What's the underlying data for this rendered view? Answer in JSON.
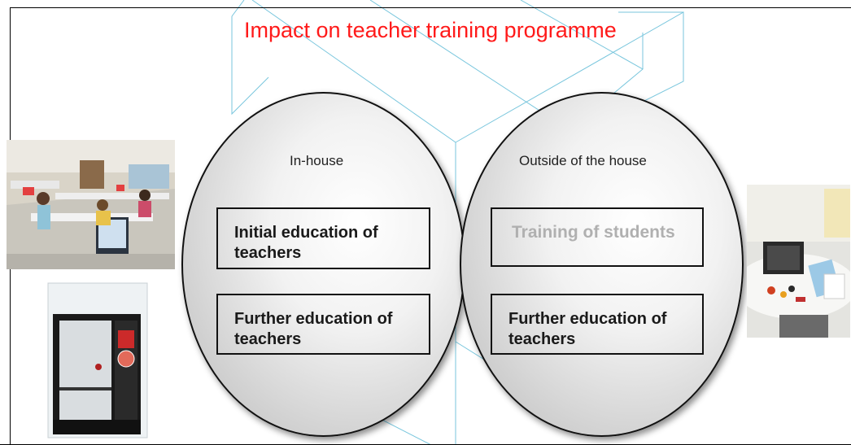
{
  "title": "Impact on teacher training programme",
  "colors": {
    "title": "#ff1a1a",
    "cube_lines": "#79c6dd",
    "box_border": "#111111",
    "greyed_text": "#b0b0b0"
  },
  "left_ellipse": {
    "label": "In-house",
    "boxes": [
      "Initial education of teachers",
      "Further education of teachers"
    ]
  },
  "right_ellipse": {
    "label": "Outside of the house",
    "boxes": [
      "Training of students",
      "Further education of teachers"
    ]
  },
  "images": [
    {
      "name": "classroom-photo",
      "description": "computer lab with students"
    },
    {
      "name": "3d-printer-photo",
      "description": "3D printer"
    },
    {
      "name": "kit-table-photo",
      "description": "robotics kit on table"
    }
  ]
}
